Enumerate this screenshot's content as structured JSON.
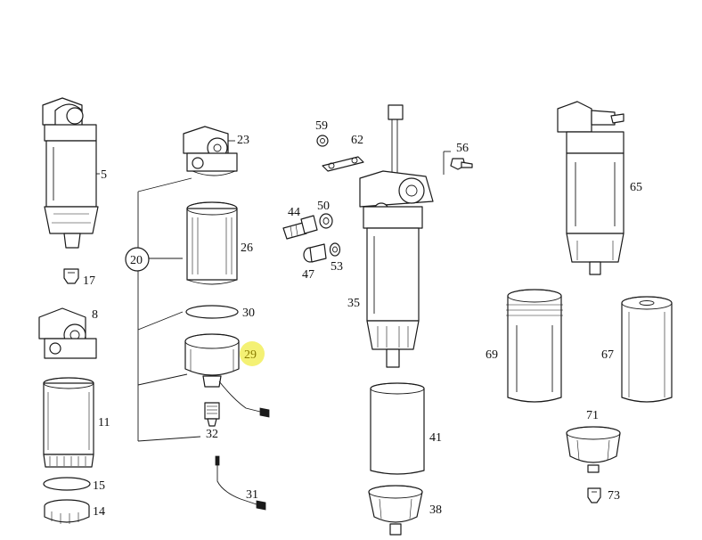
{
  "highlight_color": "#f2ee5c",
  "line_color": "#1a1a1a",
  "callouts": {
    "c5": "5",
    "c17": "17",
    "c8": "8",
    "c11": "11",
    "c15": "15",
    "c14": "14",
    "c23": "23",
    "c20": "20",
    "c26": "26",
    "c30": "30",
    "c29": "29",
    "c32": "32",
    "c31": "31",
    "c59": "59",
    "c62": "62",
    "c56": "56",
    "c44": "44",
    "c50": "50",
    "c47": "47",
    "c53": "53",
    "c35": "35",
    "c41": "41",
    "c38": "38",
    "c65": "65",
    "c69": "69",
    "c67": "67",
    "c71": "71",
    "c73": "73"
  },
  "highlighted_callout": "29"
}
